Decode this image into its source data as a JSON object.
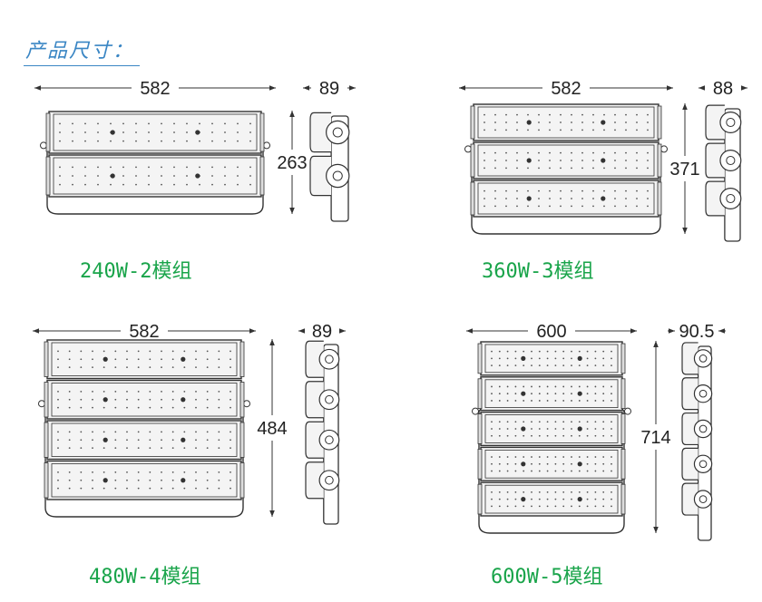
{
  "heading": "产品尺寸：",
  "colors": {
    "heading": "#3a86c4",
    "model_label": "#19a44a",
    "line": "#333333",
    "housing": "#f4f4f4"
  },
  "models": [
    {
      "label": "240W-2模组",
      "width_dim": "582",
      "height_dim": "263",
      "depth_dim": "89",
      "modules": 2
    },
    {
      "label": "360W-3模组",
      "width_dim": "582",
      "height_dim": "371",
      "depth_dim": "88",
      "modules": 3
    },
    {
      "label": "480W-4模组",
      "width_dim": "582",
      "height_dim": "484",
      "depth_dim": "89",
      "modules": 4
    },
    {
      "label": "600W-5模组",
      "width_dim": "600",
      "height_dim": "714",
      "depth_dim": "90.5",
      "modules": 5
    }
  ]
}
